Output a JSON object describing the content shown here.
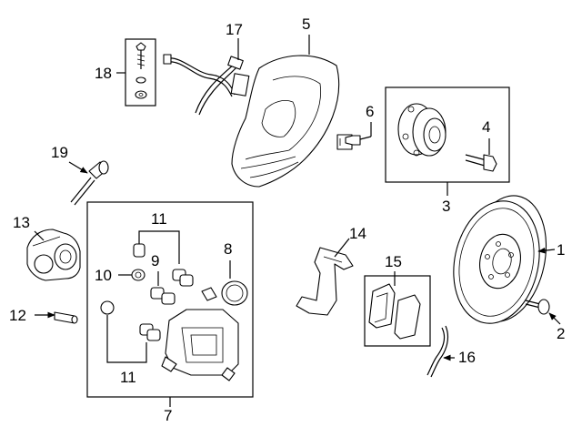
{
  "callouts": {
    "c1": "1",
    "c2": "2",
    "c3": "3",
    "c4": "4",
    "c5": "5",
    "c6": "6",
    "c7": "7",
    "c8": "8",
    "c9": "9",
    "c10": "10",
    "c11a": "11",
    "c11b": "11",
    "c12": "12",
    "c13": "13",
    "c14": "14",
    "c15": "15",
    "c16": "16",
    "c17": "17",
    "c18": "18",
    "c19": "19"
  }
}
